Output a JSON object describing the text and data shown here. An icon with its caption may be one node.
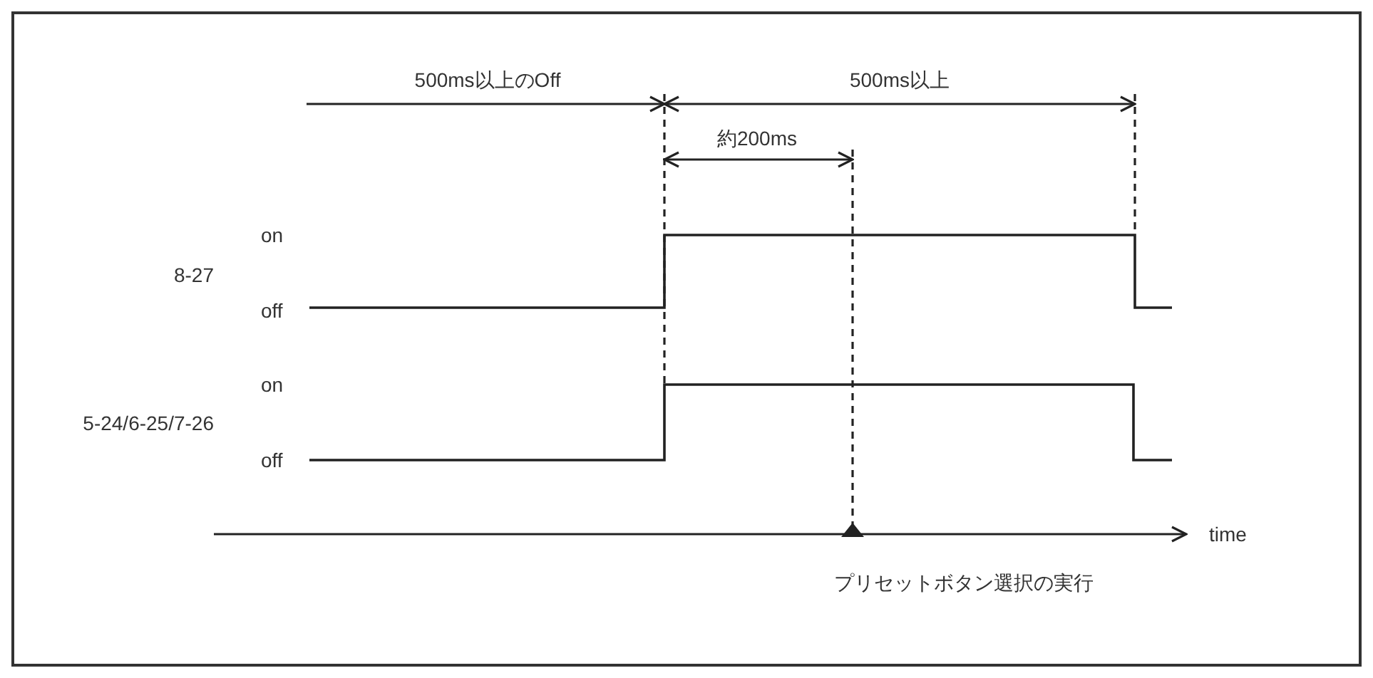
{
  "diagram": {
    "labels": [
      "500ms以上のOff",
      "500ms以上",
      "約200ms",
      "on",
      "8-27",
      "off",
      "on",
      "5-24/6-25/7-26",
      "off",
      "time",
      "プリセットボタン選択の実行"
    ]
  }
}
